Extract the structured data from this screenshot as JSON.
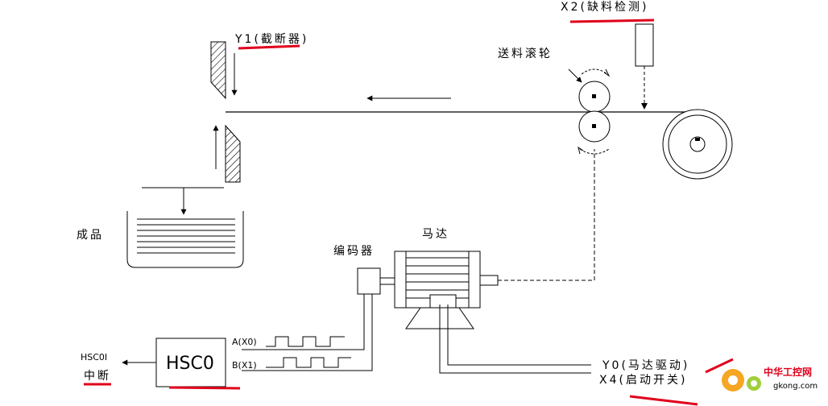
{
  "labels": {
    "x2_sensor": "X2(缺料检测)",
    "y1_cutter": "Y1(截断器)",
    "feed_roller": "送料滚轮",
    "finished": "成品",
    "motor": "马达",
    "encoder": "编码器",
    "hsc0_box": "HSC0",
    "signal_a": "A(X0)",
    "signal_b": "B(X1)",
    "hsc0_interrupt_line1": "HSC0I",
    "hsc0_interrupt_line2": "中断",
    "y0_output": "Y0(马达驱动)",
    "x4_input": "X4(启动开关)"
  },
  "watermark": {
    "name": "中华工控网",
    "url": "gkong.com"
  },
  "colors": {
    "line": "#000000",
    "highlight": "#e0001b",
    "watermark_gear": "#f5a623",
    "watermark_text": "#e0001b"
  }
}
